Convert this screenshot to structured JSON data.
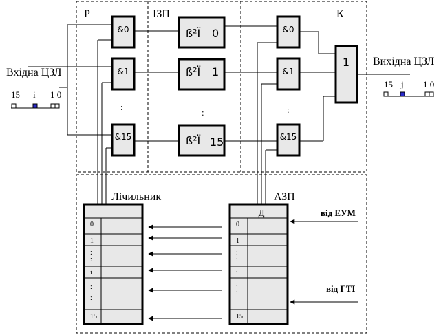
{
  "regions": {
    "r_label": "Р",
    "izp_label": "ІЗП",
    "k_label": "К"
  },
  "input": {
    "label": "Вхідна ЦЗЛ",
    "bit_high": "15",
    "bit_mid": "i",
    "bit_low": "1 0"
  },
  "output": {
    "label": "Вихідна ЦЗЛ",
    "bit_high": "15",
    "bit_mid": "j",
    "bit_low": "1 0"
  },
  "gates_r": [
    "&0",
    "&1",
    "&15"
  ],
  "izp_boxes": [
    {
      "prefix": "ß²Ï",
      "index": "0"
    },
    {
      "prefix": "ß²Ï",
      "index": "1"
    },
    {
      "prefix": "ß²Ï",
      "index": "15"
    }
  ],
  "gates_k": [
    "&0",
    "&1",
    "&15"
  ],
  "or_gate": "1",
  "counter": {
    "title": "Лічильник",
    "rows": [
      "0",
      "1",
      "i",
      "15"
    ]
  },
  "azp": {
    "title": "АЗП",
    "header": "Д",
    "rows": [
      "0",
      "1",
      "i",
      "15"
    ],
    "from_evm": "від ЕУМ",
    "from_gti": "від ГТІ"
  },
  "dots": ":"
}
